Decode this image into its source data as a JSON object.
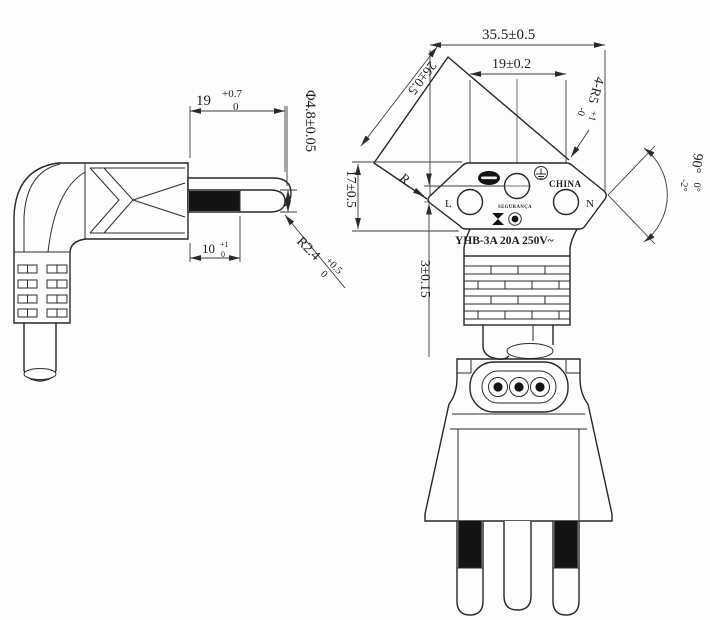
{
  "drawing": {
    "face_marking": {
      "model_rating": "YHB-3A  20A  250V~",
      "country": "CHINA",
      "safety_word": "SEGURANÇA",
      "line_pin": "L",
      "neutral_pin": "N"
    },
    "dimensions": {
      "overall_width": "35.5±0.5",
      "pin_pitch": "19±0.2",
      "face_side": "26±0.5",
      "band_height": "17±0.5",
      "earth_offset": "3±0.15",
      "pin_diameter": "Φ4.8±0.05",
      "vertex_radius": "R",
      "corner_radii": {
        "main": "4-R5",
        "sup": "+1",
        "sub": "-0"
      },
      "vertex_angle": {
        "main": "90°",
        "sup": "0°",
        "sub": "-2°"
      },
      "pin_length": {
        "main": "19",
        "sup": "+0.7",
        "sub": "0"
      },
      "sleeve_length": {
        "main": "10",
        "sup": "+1",
        "sub": "0"
      },
      "tip_radius": {
        "main": "R2.4",
        "sup": "+0.5",
        "sub": "0"
      }
    }
  }
}
